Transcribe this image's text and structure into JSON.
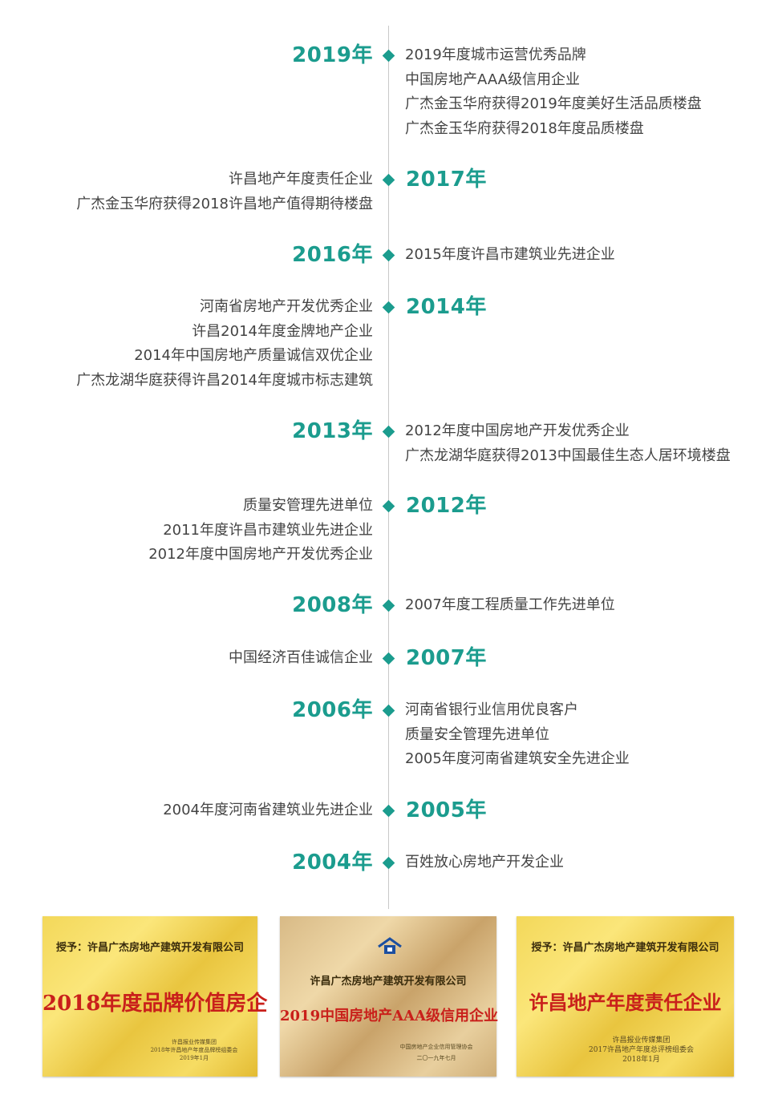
{
  "timeline": [
    {
      "year": "2019年",
      "items": [
        "2019年度城市运营优秀品牌",
        "中国房地产AAA级信用企业",
        "广杰金玉华府获得2019年度美好生活品质楼盘",
        "广杰金玉华府获得2018年度品质楼盘"
      ]
    },
    {
      "year": "2017年",
      "items": [
        "许昌地产年度责任企业",
        "广杰金玉华府获得2018许昌地产值得期待楼盘"
      ]
    },
    {
      "year": "2016年",
      "items": [
        "2015年度许昌市建筑业先进企业"
      ]
    },
    {
      "year": "2014年",
      "items": [
        "河南省房地产开发优秀企业",
        "许昌2014年度金牌地产企业",
        "2014年中国房地产质量诚信双优企业",
        "广杰龙湖华庭获得许昌2014年度城市标志建筑"
      ]
    },
    {
      "year": "2013年",
      "items": [
        "2012年度中国房地产开发优秀企业",
        "广杰龙湖华庭获得2013中国最佳生态人居环境楼盘"
      ]
    },
    {
      "year": "2012年",
      "items": [
        "质量安管理先进单位",
        "2011年度许昌市建筑业先进企业",
        "2012年度中国房地产开发优秀企业"
      ]
    },
    {
      "year": "2008年",
      "items": [
        "2007年度工程质量工作先进单位"
      ]
    },
    {
      "year": "2007年",
      "items": [
        "中国经济百佳诚信企业"
      ]
    },
    {
      "year": "2006年",
      "items": [
        "河南省银行业信用优良客户",
        "质量安全管理先进单位",
        "2005年度河南省建筑安全先进企业"
      ]
    },
    {
      "year": "2005年",
      "items": [
        "2004年度河南省建筑业先进企业"
      ]
    },
    {
      "year": "2004年",
      "items": [
        "百姓放心房地产开发企业"
      ]
    }
  ],
  "certificates": [
    {
      "top": "授予：许昌广杰房地产建筑开发有限公司",
      "title": "2018年度品牌价值房企",
      "issuer": "许昌报业传媒集团",
      "event": "2018年许昌地产年度品牌榜组委会",
      "date": "2019年1月"
    },
    {
      "top": "许昌广杰房地产建筑开发有限公司",
      "title": "2019中国房地产AAA级信用企业",
      "issuer": "中国房地产企业信用管理协会",
      "date": "二〇一九年七月"
    },
    {
      "top": "授予：许昌广杰房地产建筑开发有限公司",
      "title": "许昌地产年度责任企业",
      "issuer": "许昌报业传媒集团",
      "event": "2017许昌地产年度总评榜组委会",
      "date": "2018年1月"
    }
  ],
  "colors": {
    "accent": "#1b9c8e",
    "text": "#444444",
    "axis": "#c9c9c9",
    "cert_red": "#c9201b"
  }
}
